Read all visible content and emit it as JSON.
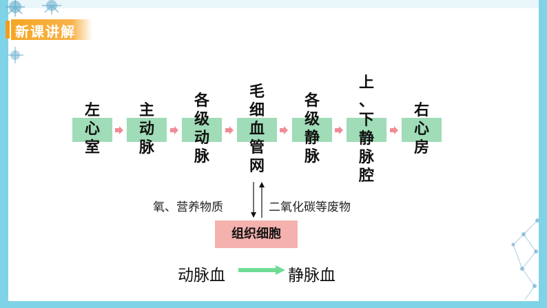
{
  "header": {
    "title": "新课讲解"
  },
  "flow": {
    "steps": [
      {
        "label": "左\n心\n室",
        "chars": [
          "左",
          "心",
          "室"
        ]
      },
      {
        "label": "主\n动\n脉",
        "chars": [
          "主",
          "动",
          "脉"
        ]
      },
      {
        "label": "各\n级\n动\n脉",
        "chars": [
          "各",
          "级",
          "动",
          "脉"
        ]
      },
      {
        "label": "毛\n细\n血\n管\n网",
        "chars": [
          "毛",
          "细",
          "血",
          "管",
          "网"
        ]
      },
      {
        "label": "各\n级\n静\n脉",
        "chars": [
          "各",
          "级",
          "静",
          "脉"
        ]
      },
      {
        "label": "上\n、\n下\n静\n脉\n腔",
        "chars": [
          "上",
          "、下",
          "静",
          "脉",
          "腔"
        ]
      },
      {
        "label": "右\n心\n房",
        "chars": [
          "右",
          "心",
          "房"
        ]
      }
    ]
  },
  "exchange": {
    "left_text": "氧、营养物质",
    "right_text": "二氧化碳等废物",
    "cell_label": "组织细胞"
  },
  "blood_change": {
    "from": "动脉血",
    "to": "静脉血"
  },
  "colors": {
    "frame": "#7fd3e6",
    "title_bg": "#f6a623",
    "step_box": "#9fdcb7",
    "flow_arrow": "#f08c96",
    "cell_box": "#f4b1ae",
    "change_arrow": "#6fdc96"
  }
}
